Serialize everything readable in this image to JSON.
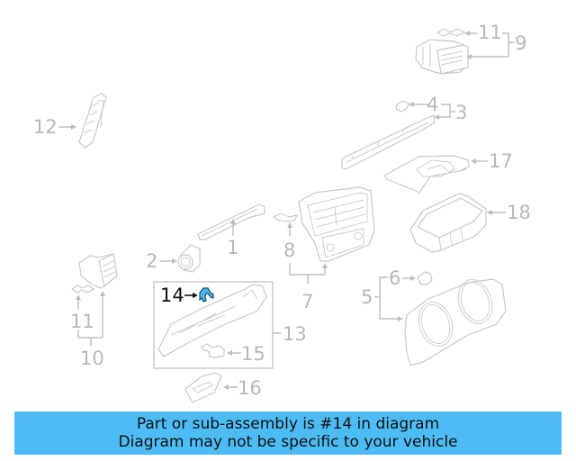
{
  "diagram": {
    "highlighted_part": "14",
    "callouts": [
      {
        "id": "1",
        "label": "1"
      },
      {
        "id": "2",
        "label": "2"
      },
      {
        "id": "3",
        "label": "3"
      },
      {
        "id": "4",
        "label": "4"
      },
      {
        "id": "5",
        "label": "5"
      },
      {
        "id": "6",
        "label": "6"
      },
      {
        "id": "7",
        "label": "7"
      },
      {
        "id": "8",
        "label": "8"
      },
      {
        "id": "9",
        "label": "9"
      },
      {
        "id": "10",
        "label": "10"
      },
      {
        "id": "11a",
        "label": "11"
      },
      {
        "id": "11b",
        "label": "11"
      },
      {
        "id": "12",
        "label": "12"
      },
      {
        "id": "13",
        "label": "13"
      },
      {
        "id": "14",
        "label": "14"
      },
      {
        "id": "15",
        "label": "15"
      },
      {
        "id": "16",
        "label": "16"
      },
      {
        "id": "17",
        "label": "17"
      },
      {
        "id": "18",
        "label": "18"
      }
    ],
    "colors": {
      "highlight": "#49b6e8",
      "callout_gray": "#b8b8b8",
      "line_gray": "#c8c8c8",
      "banner_bg": "#4ebcf4"
    }
  },
  "banner": {
    "line1": "Part or sub-assembly is #14 in diagram",
    "line2": "Diagram may not be specific to your vehicle"
  }
}
